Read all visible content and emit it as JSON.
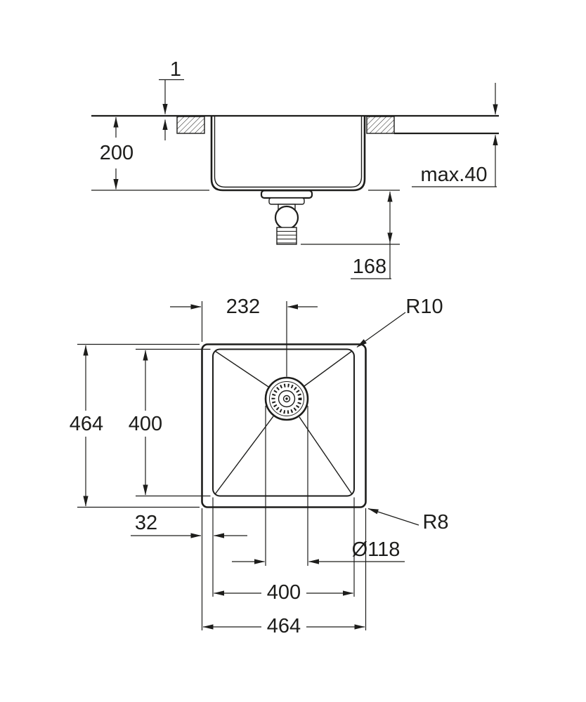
{
  "colors": {
    "line": "#1d1d1b",
    "background": "#ffffff"
  },
  "dims": {
    "rim_thickness": "1",
    "bowl_depth": "200",
    "countertop_max": "max.40",
    "drain_height": "168",
    "drain_offset": "232",
    "inner_corner_radius": "R10",
    "outer_height": "464",
    "inner_height": "400",
    "flange_width": "32",
    "outer_corner_radius": "R8",
    "drain_diameter": "Ø118",
    "inner_width": "400",
    "outer_width": "464"
  }
}
